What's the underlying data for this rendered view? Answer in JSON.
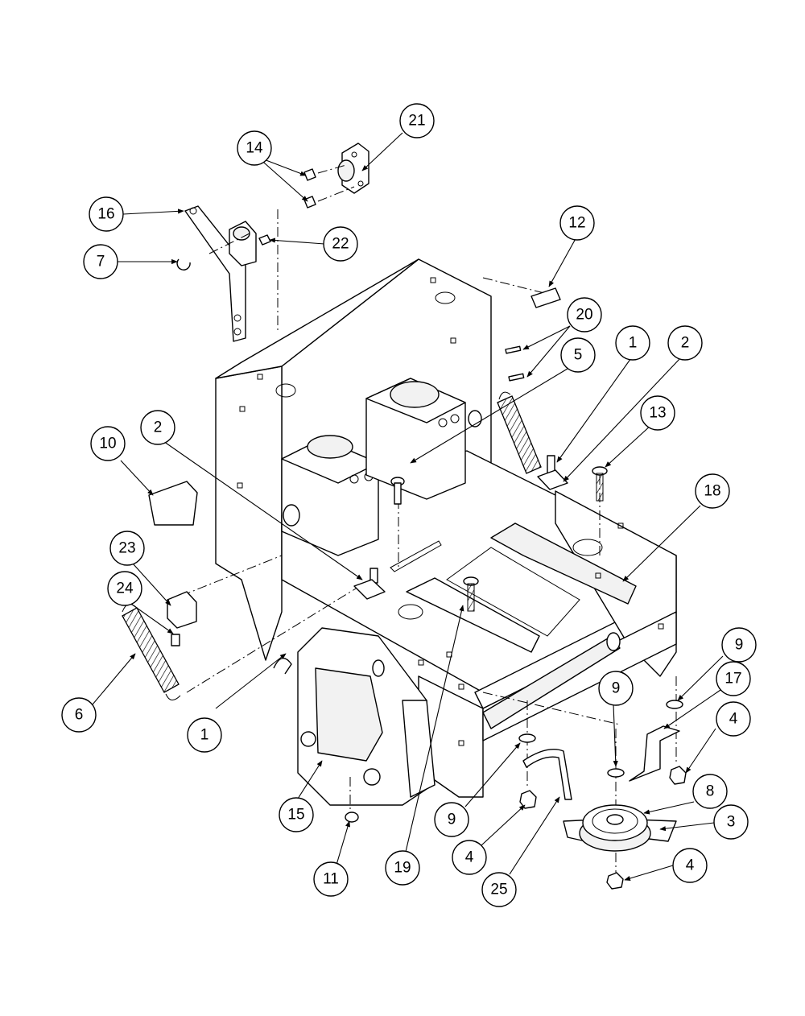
{
  "callouts": [
    {
      "id": "c21",
      "label": "21"
    },
    {
      "id": "c14",
      "label": "14"
    },
    {
      "id": "c16",
      "label": "16"
    },
    {
      "id": "c22",
      "label": "22"
    },
    {
      "id": "c7",
      "label": "7"
    },
    {
      "id": "c12",
      "label": "12"
    },
    {
      "id": "c20",
      "label": "20"
    },
    {
      "id": "c5",
      "label": "5"
    },
    {
      "id": "c1a",
      "label": "1"
    },
    {
      "id": "c2a",
      "label": "2"
    },
    {
      "id": "c13",
      "label": "13"
    },
    {
      "id": "c10",
      "label": "10"
    },
    {
      "id": "c2b",
      "label": "2"
    },
    {
      "id": "c18",
      "label": "18"
    },
    {
      "id": "c23",
      "label": "23"
    },
    {
      "id": "c24",
      "label": "24"
    },
    {
      "id": "c9a",
      "label": "9"
    },
    {
      "id": "c17",
      "label": "17"
    },
    {
      "id": "c9b",
      "label": "9"
    },
    {
      "id": "c6",
      "label": "6"
    },
    {
      "id": "c4a",
      "label": "4"
    },
    {
      "id": "c1b",
      "label": "1"
    },
    {
      "id": "c8",
      "label": "8"
    },
    {
      "id": "c3",
      "label": "3"
    },
    {
      "id": "c15",
      "label": "15"
    },
    {
      "id": "c9c",
      "label": "9"
    },
    {
      "id": "c4b",
      "label": "4"
    },
    {
      "id": "c4c",
      "label": "4"
    },
    {
      "id": "c19",
      "label": "19"
    },
    {
      "id": "c11",
      "label": "11"
    },
    {
      "id": "c25",
      "label": "25"
    }
  ]
}
